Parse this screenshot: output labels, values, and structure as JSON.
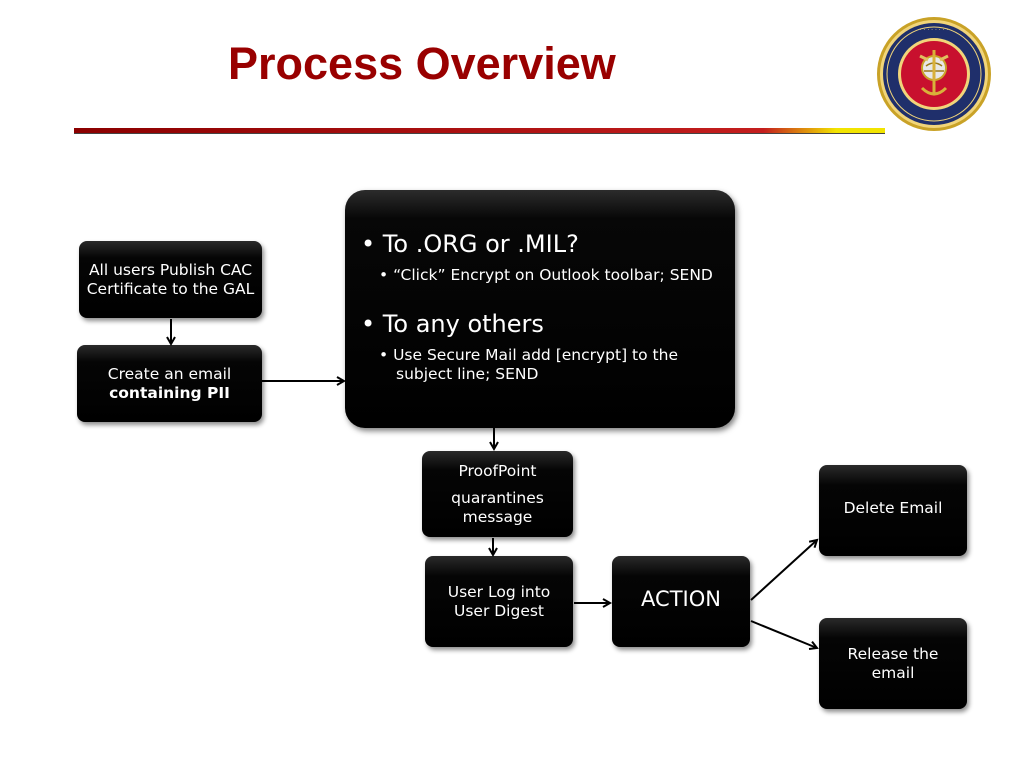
{
  "slide": {
    "title": "Process Overview",
    "accent_color": "#990000",
    "seal_icon": "usmc-department-of-the-navy-seal"
  },
  "diagram": {
    "publish_box": {
      "line1": "All users Publish CAC",
      "line2": "Certificate to the GAL"
    },
    "create_box": {
      "line1": "Create an email",
      "line2": "containing PII"
    },
    "decision_box": {
      "item1_title": "To .ORG or .MIL?",
      "item1_detail": "“Click” Encrypt on Outlook toolbar; SEND",
      "item2_title": "To any others",
      "item2_detail_line1": "Use Secure Mail add [encrypt] to the",
      "item2_detail_line2": "subject line; SEND"
    },
    "proofpoint_box": {
      "line1": "ProofPoint",
      "line2": "quarantines",
      "line3": "message"
    },
    "digest_box": {
      "line1": "User Log into",
      "line2": "User Digest"
    },
    "action_box": {
      "label": "ACTION"
    },
    "delete_box": {
      "label": "Delete Email"
    },
    "release_box": {
      "line1": "Release the",
      "line2": "email"
    }
  }
}
